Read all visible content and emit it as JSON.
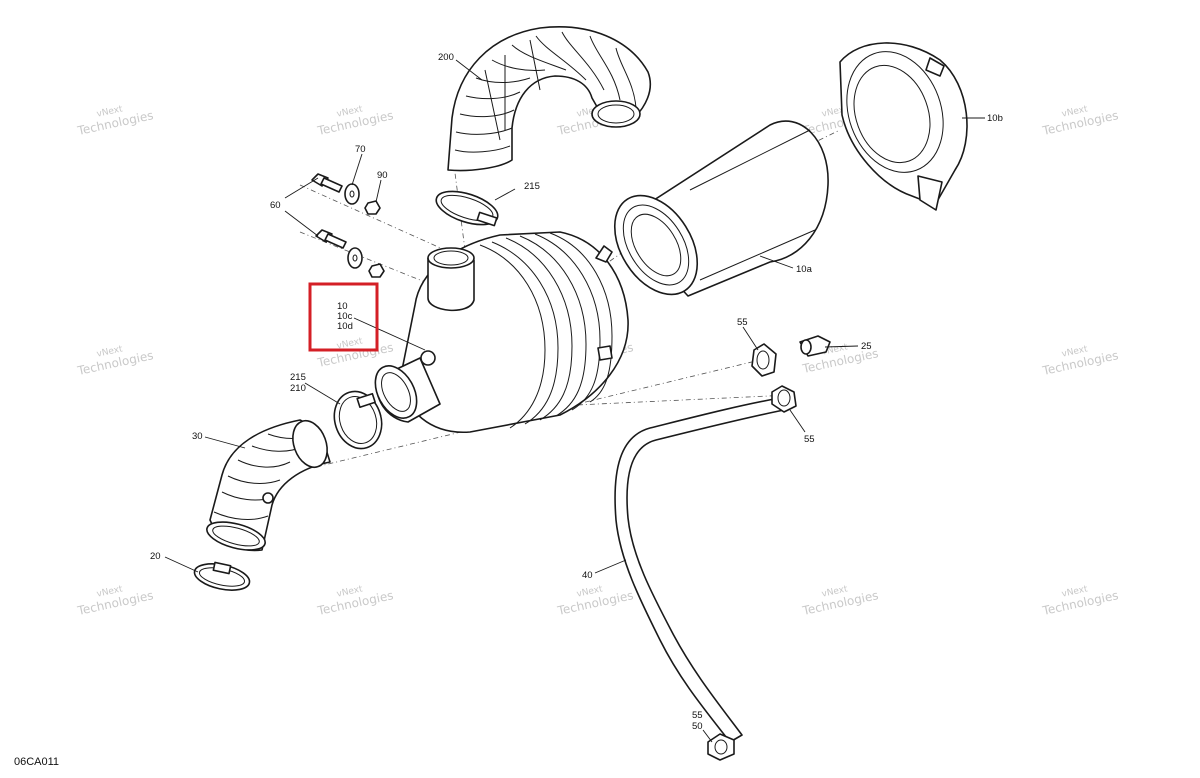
{
  "diagram_code": "06CA011",
  "watermark": {
    "line1": "vNext",
    "line2": "Technologies"
  },
  "colors": {
    "highlight": "#d41f26",
    "line": "#1a1a1a",
    "watermark": "#c9c9c9"
  },
  "labels": {
    "p200": "200",
    "p215_top": "215",
    "p70": "70",
    "p90": "90",
    "p60": "60",
    "p10b": "10b",
    "p10a": "10a",
    "p10": "10",
    "p10c": "10c",
    "p10d": "10d",
    "p215_mid": "215",
    "p210": "210",
    "p30": "30",
    "p20": "20",
    "p55_a": "55",
    "p25": "25",
    "p55_b": "55",
    "p40": "40",
    "p55_c": "55",
    "p50": "50"
  }
}
